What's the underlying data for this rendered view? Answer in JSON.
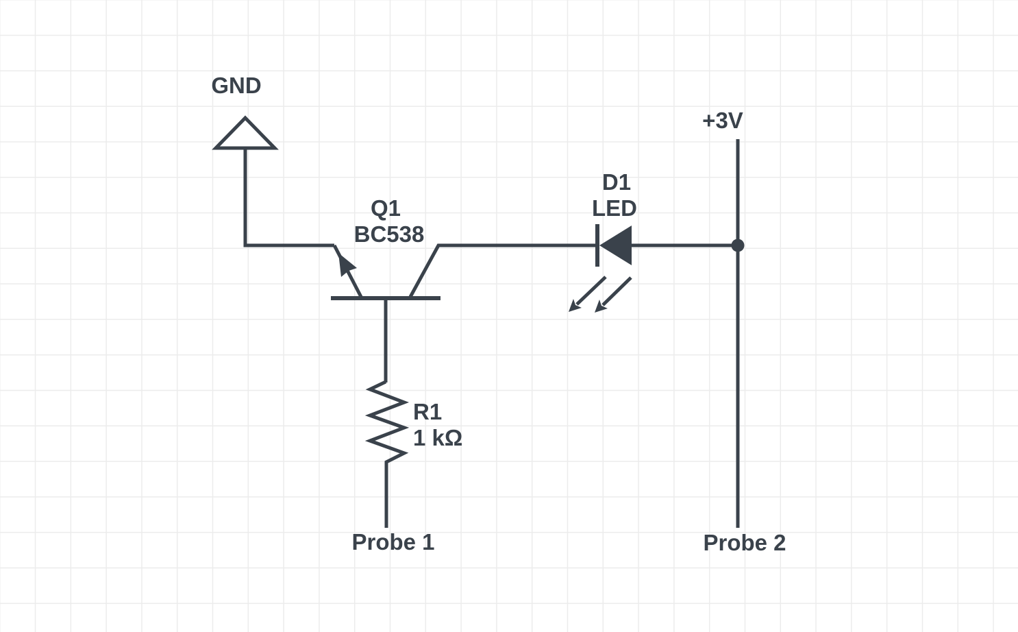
{
  "colors": {
    "background": "#ffffff",
    "grid": "#ececec",
    "stroke": "#3a424b"
  },
  "schematic": {
    "power": {
      "gnd_label": "GND",
      "supply_label": "+3V"
    },
    "probes": {
      "probe1_label": "Probe 1",
      "probe2_label": "Probe 2"
    },
    "components": {
      "transistor": {
        "ref": "Q1",
        "part": "BC538"
      },
      "led": {
        "ref": "D1",
        "part": "LED"
      },
      "resistor": {
        "ref": "R1",
        "value": "1 kΩ"
      }
    }
  }
}
